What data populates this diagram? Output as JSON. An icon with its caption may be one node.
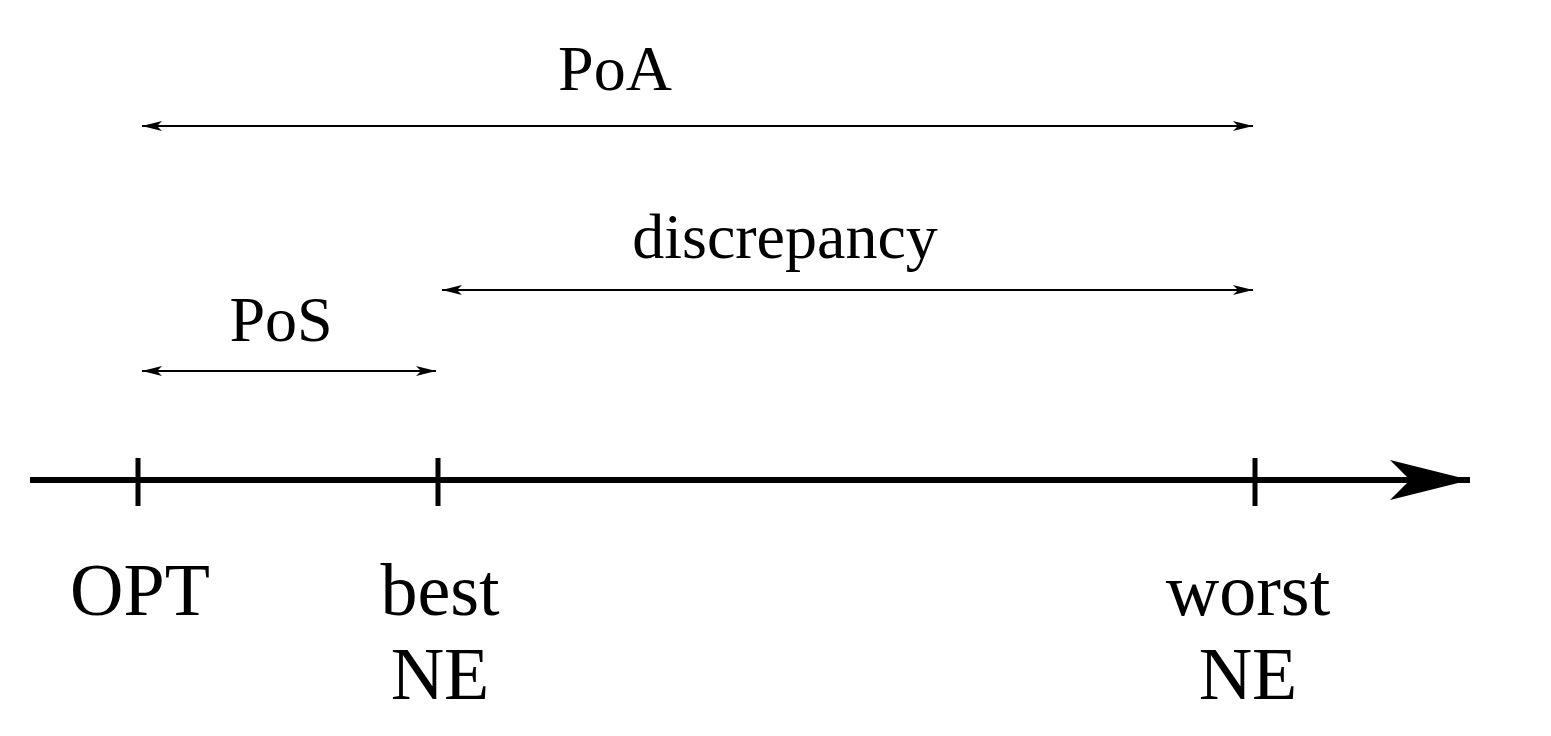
{
  "diagram": {
    "labels": [
      "PoA",
      "discrepancy",
      "PoS",
      "OPT",
      "best NE",
      "worst NE"
    ]
  }
}
